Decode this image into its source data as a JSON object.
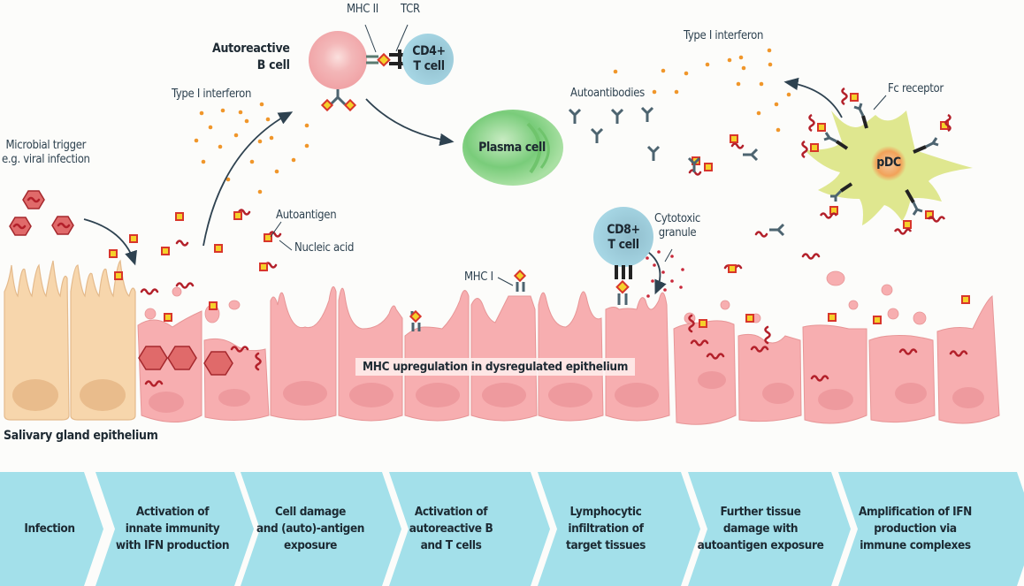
{
  "labels": {
    "microbial_trigger": "Microbial trigger",
    "microbial_trigger_sub": "e.g. viral infection",
    "type1_ifn_left": "Type I interferon",
    "type1_ifn_right": "Type I interferon",
    "autoreactive_b_line1": "Autoreactive",
    "autoreactive_b_line2": "B cell",
    "mhc2": "MHC II",
    "tcr": "TCR",
    "cd4_line1": "CD4+",
    "cd4_line2": "T cell",
    "plasma_cell": "Plasma cell",
    "autoantibodies": "Autoantibodies",
    "fc_receptor": "Fc receptor",
    "pdc": "pDC",
    "autoantigen": "Autoantigen",
    "nucleic_acid": "Nucleic acid",
    "mhc1": "MHC I",
    "cd8_line1": "CD8+",
    "cd8_line2": "T cell",
    "cytotoxic_line1": "Cytotoxic",
    "cytotoxic_line2": "granule",
    "mhc_upregulation": "MHC upregulation in dysregulated epithelium",
    "salivary": "Salivary gland epithelium"
  },
  "steps": [
    {
      "label": "Infection"
    },
    {
      "label": "Activation of\ninnate immunity\nwith IFN production"
    },
    {
      "label": "Cell damage\nand (auto)-antigen\nexposure"
    },
    {
      "label": "Activation of\nautoreactive B\nand T cells"
    },
    {
      "label": "Lymphocytic\ninfiltration of\ntarget tissues"
    },
    {
      "label": "Further tissue\ndamage with\nautoantigen exposure"
    },
    {
      "label": "Amplification of IFN\nproduction via\nimmune complexes"
    }
  ],
  "colors": {
    "step_fill": "#a3e0ea",
    "healthy_cell": "#f7d6ac",
    "diseased_cell": "#f7aeb0",
    "b_cell": "#f2a5a8",
    "t_cell": "#9fd1e0",
    "plasma_cell": "#9ed99a",
    "pdc": "#dfe78f",
    "ifn_dot": "#f0962a",
    "antigen": "#f5d12a",
    "antigen_border": "#d8362b",
    "nucleic_acid": "#b3202a",
    "antibody": "#4d6470"
  }
}
